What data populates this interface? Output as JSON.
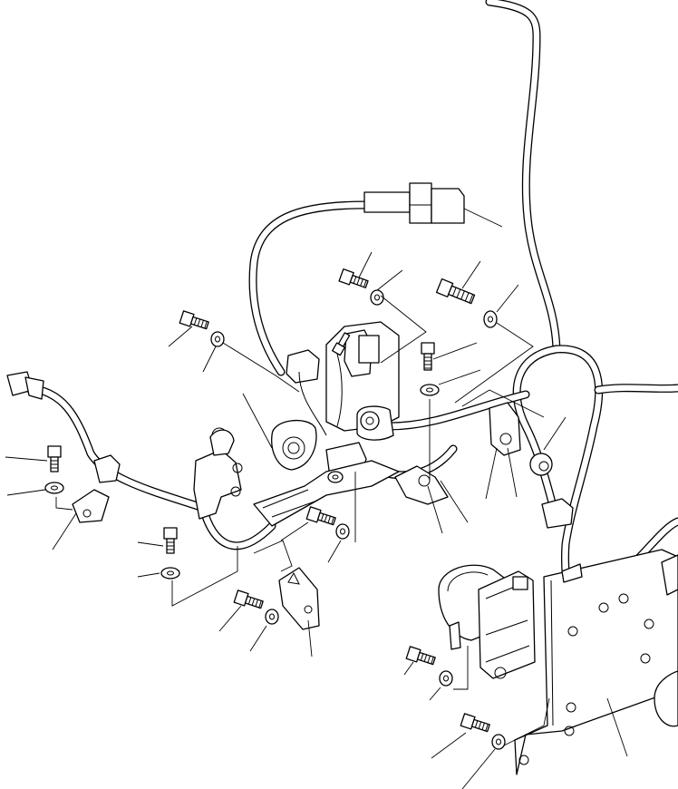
{
  "drawing": {
    "background": "#ffffff",
    "line_color": "#000000"
  },
  "bolts": [
    {
      "id": "bolt-a"
    },
    {
      "id": "bolt-b"
    },
    {
      "id": "bolt-c"
    },
    {
      "id": "bolt-d"
    },
    {
      "id": "bolt-e"
    },
    {
      "id": "bolt-f"
    },
    {
      "id": "bolt-g"
    },
    {
      "id": "bolt-h"
    },
    {
      "id": "bolt-i"
    },
    {
      "id": "bolt-j"
    },
    {
      "id": "bolt-k"
    }
  ],
  "washers": [
    {
      "id": "washer-a"
    },
    {
      "id": "washer-b"
    },
    {
      "id": "washer-c"
    },
    {
      "id": "washer-d"
    },
    {
      "id": "washer-e"
    },
    {
      "id": "washer-f"
    },
    {
      "id": "washer-g"
    },
    {
      "id": "washer-h"
    },
    {
      "id": "washer-i"
    },
    {
      "id": "washer-j"
    },
    {
      "id": "washer-k"
    }
  ]
}
